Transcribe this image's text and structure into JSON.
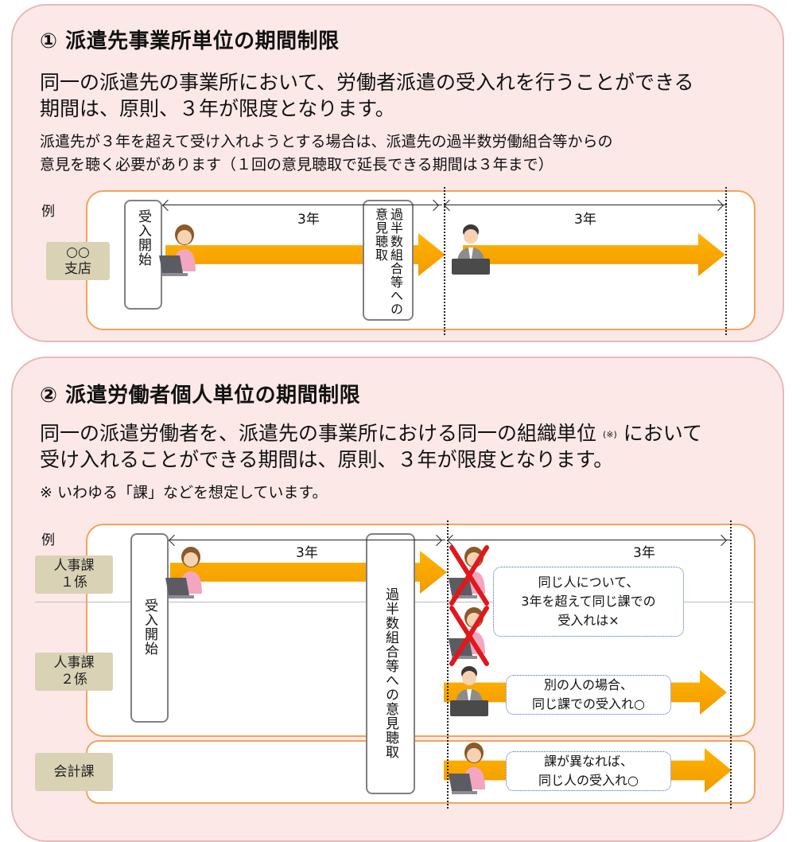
{
  "section1": {
    "title": "① 派遣先事業所単位の期間制限",
    "lead1": "同一の派遣先の事業所において、労働者派遣の受入れを行うことができる",
    "lead2": "期間は、原則、３年が限度となります。",
    "sub1": "派遣先が３年を超えて受け入れようとする場合は、派遣先の過半数労働組合等からの",
    "sub2": "意見を聴く必要があります（１回の意見聴取で延長できる期間は３年まで）",
    "example": "例",
    "branch_tag": "○○\n支店",
    "start_box": "受入開始",
    "hearing_box": "過半数組合等への意見聴取",
    "period1": "3年",
    "period2": "3年"
  },
  "section2": {
    "title": "② 派遣労働者個人単位の期間制限",
    "lead1_pre": "同一の派遣労働者を、派遣先の事業所における同一の組織単位",
    "lead1_note": "(※)",
    "lead1_post": "において",
    "lead2": "受け入れることができる期間は、原則、３年が限度となります。",
    "footnote": "※ いわゆる「課」などを想定しています。",
    "example": "例",
    "tag1": "人事課\n１係",
    "tag2": "人事課\n２係",
    "tag3": "会計課",
    "start_box": "受入開始",
    "hearing_box": "過半数組合等への意見聴取",
    "period1": "3年",
    "period2": "3年",
    "note1": "同じ人について、\n3年を超えて同じ課での\n受入れは×",
    "note2": "別の人の場合、\n同じ課での受入れ○",
    "note3": "課が異なれば、\n同じ人の受入れ○"
  },
  "colors": {
    "panel_bg": "#fde8e8",
    "frame_border": "#f3a35a",
    "arrow": "#f5a800",
    "tag_bg": "#d9d2b5",
    "cross": "#e0171b",
    "note_border": "#3f63c6"
  },
  "icons": [
    "woman-worker-icon",
    "man-worker-icon",
    "red-cross-icon"
  ]
}
